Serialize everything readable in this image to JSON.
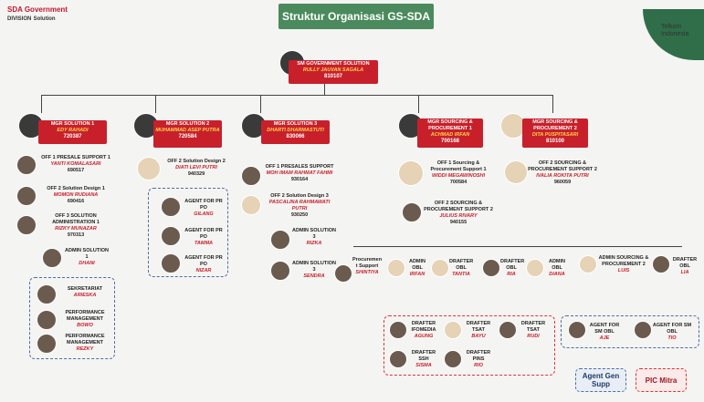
{
  "title": "Struktur Organisasi GS-SDA",
  "logo": {
    "sda": "SDA",
    "division": "DIVISION",
    "gov": "Government",
    "solution": "Solution",
    "telkom": "Telkom",
    "indonesia": "Indonesia"
  },
  "sm": {
    "role": "SM GOVERNMENT SOLUTION",
    "name": "RULLY JAUVAN SAGALA",
    "nik": "810107"
  },
  "mgr": [
    {
      "role": "MGR SOLUTION 1",
      "name": "EDY RAHADI",
      "nik": "720387"
    },
    {
      "role": "MGR SOLUTION 2",
      "name": "MUHAMMAD ASEP PUTRA",
      "nik": "720584"
    },
    {
      "role": "MGR SOLUTION 3",
      "name": "DHARTI DHARMASTUTI",
      "nik": "830066"
    },
    {
      "role": "MGR SOURCING & PROCUREMENT 1",
      "name": "ACHMAD IRFAN",
      "nik": "700168"
    },
    {
      "role": "MGR SOURCING & PROCUREMENT 2",
      "name": "DITA PUSPITASARI",
      "nik": "810100"
    }
  ],
  "sol1": [
    {
      "role": "OFF 1 PRESALE SUPPORT 1",
      "name": "YANTI KOMALASARI",
      "nik": "690517"
    },
    {
      "role": "OFF 2 Solution Design 1",
      "name": "MOMON RUDIANA",
      "nik": "690416"
    },
    {
      "role": "OFF 3 SOLUTION ADMINISTRATION 1",
      "name": "RIZKY MUNAZAR",
      "nik": "970313"
    },
    {
      "role": "ADMIN SOLUTION 1",
      "name": "DHANI"
    }
  ],
  "sol1box": [
    {
      "role": "SEKRETARIAT",
      "name": "ARIESKA"
    },
    {
      "role": "PERFORMANCE MANAGEMENT",
      "name": "BOWO"
    },
    {
      "role": "PERFORMANCE MANAGEMENT",
      "name": "REZKY"
    }
  ],
  "sol2": {
    "role": "OFF 2 Solution Design 2",
    "name": "DIATI LEVI PUTRI",
    "nik": "940329"
  },
  "sol2box": [
    {
      "role": "AGENT FOR PR PO",
      "name": "GILANG"
    },
    {
      "role": "AGENT FOR PR PO",
      "name": "TAMMA"
    },
    {
      "role": "AGENT FOR PR PO",
      "name": "NIZAR"
    }
  ],
  "sol3": [
    {
      "role": "OFF 1 PRESALES SUPPORT",
      "name": "MOH IMAM RAHMAT FAHMI",
      "nik": "930164"
    },
    {
      "role": "OFF 2 Solution Design 3",
      "name": "PASCALINA RAHMAWATI PUTRI",
      "nik": "930250"
    },
    {
      "role": "ADMIN SOLUTION 3",
      "name": "RIZKA"
    },
    {
      "role": "ADMIN SOLUTION 3",
      "name": "SENDRA"
    }
  ],
  "sp1": [
    {
      "role": "OFF 1 Sourcing & Procurement Support 1",
      "name": "WIDDI MEGAWINOSHI",
      "nik": "700584"
    },
    {
      "role": "OFF 2 SOURCING & PROCUREMENT SUPPORT 2",
      "name": "JULIUS RIVARY",
      "nik": "940155"
    }
  ],
  "sp2": {
    "role": "OFF 2 SOURCING & PROCUREMENT SUPPORT 2",
    "name": "IVALIA ROKITA PUTRI",
    "nik": "960059"
  },
  "row": [
    {
      "role": "Procuremen t Support",
      "name": "SHINTIYA"
    },
    {
      "role": "ADMIN OBL",
      "name": "IRFAN"
    },
    {
      "role": "DRAFTER OBL",
      "name": "TANTIA"
    },
    {
      "role": "DRAFTER OBL",
      "name": "RIA"
    },
    {
      "role": "ADMIN OBL",
      "name": "DIANA"
    },
    {
      "role": "ADMIN SOURCING & PROCUREMENT 2",
      "name": "LUIS"
    },
    {
      "role": "DRAFTER OBL",
      "name": "LIA"
    }
  ],
  "redbox": [
    {
      "role": "DRAFTER IFOMEDIA",
      "name": "AGUNG"
    },
    {
      "role": "DRAFTER TSAT",
      "name": "BAYU"
    },
    {
      "role": "DRAFTER TSAT",
      "name": "RUDI"
    },
    {
      "role": "DRAFTER SSH",
      "name": "SISMA"
    },
    {
      "role": "DRAFTER PINS",
      "name": "RIO"
    }
  ],
  "bluebox": [
    {
      "role": "AGENT FOR SM OBL",
      "name": "AJE"
    },
    {
      "role": "AGENT FOR SM OBL",
      "name": "TIO"
    }
  ],
  "legend": {
    "agent": "Agent Gen Supp",
    "pic": "PIC Mitra"
  },
  "colors": {
    "header": "#4a8a5c",
    "card": "#c8202b",
    "agent": "#4a6fa5",
    "pic": "#d33"
  }
}
